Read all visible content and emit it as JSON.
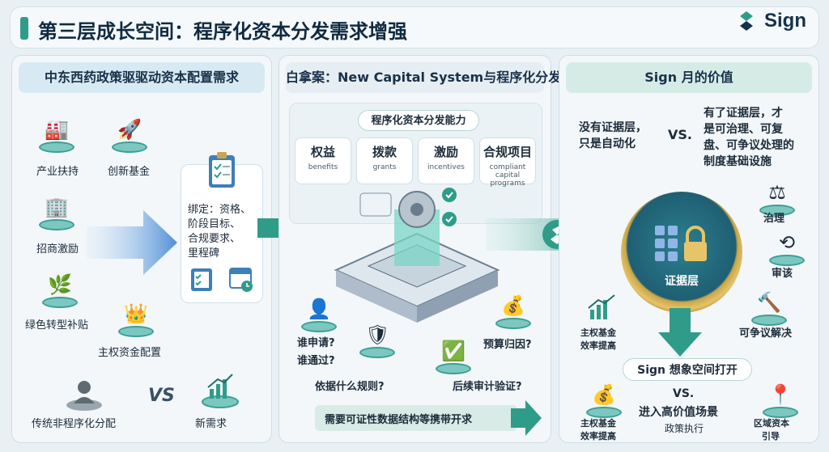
{
  "title": "第三层成长空间：程序化资本分发需求增强",
  "brand": {
    "name": "Sign",
    "color": "#16324a",
    "accent": "#2f9c8a"
  },
  "left": {
    "header": "中东西药政策驱驱动资本配置需求",
    "items": [
      {
        "label": "产业扶持",
        "icon": "factory-icon"
      },
      {
        "label": "创新基金",
        "icon": "rocket-icon"
      },
      {
        "label": "招商激励",
        "icon": "building-icon"
      },
      {
        "label": "绿色转型补贴",
        "icon": "leaf-icon"
      },
      {
        "label": "主权资金配置",
        "icon": "crown-icon"
      }
    ],
    "binding_text": [
      "绑定：资格、",
      "阶段目标、",
      "合规要求、",
      "里程碑"
    ],
    "traditional": "传统非程序化分配",
    "vs": "VS",
    "new_demand": "新需求"
  },
  "middle": {
    "header": "白拿案：New Capital System与程序化分发",
    "capability_title": "程序化资本分发能力",
    "capabilities": [
      {
        "zh": "权益",
        "en": "benefits"
      },
      {
        "zh": "拨款",
        "en": "grants"
      },
      {
        "zh": "激励",
        "en": "incentives"
      },
      {
        "zh": "合规项目",
        "en": "compliant capital programs"
      }
    ],
    "questions": {
      "who_apply": "谁申请?",
      "who_pass": "谁通过?",
      "rules": "依据什么规则?",
      "budget": "预算归因?",
      "audit": "后续审计验证?"
    },
    "bottom": "需要可证性数据结构等携带开求"
  },
  "right": {
    "header": "Sign 月的价值",
    "without": [
      "没有证据层，",
      "只是自动化"
    ],
    "vs": "VS.",
    "with": [
      "有了证据层，才",
      "是可治理、可复",
      "盘、可争议处理的",
      "制度基础设施"
    ],
    "core": "证据层",
    "features": [
      {
        "label": "治理",
        "icon": "scale-icon"
      },
      {
        "label": "审该",
        "icon": "replay-icon"
      },
      {
        "label": "可争议解决",
        "icon": "gavel-icon"
      }
    ],
    "efficiency": [
      "主权基金",
      "效率提高"
    ],
    "expand": "Sign 想象空间打开",
    "efficiency2": [
      "主权基金",
      "效率提高"
    ],
    "vs2": "VS.",
    "high_value": "进入高价值场景",
    "policy": "政策执行",
    "regional": [
      "区域资本",
      "引导"
    ]
  }
}
